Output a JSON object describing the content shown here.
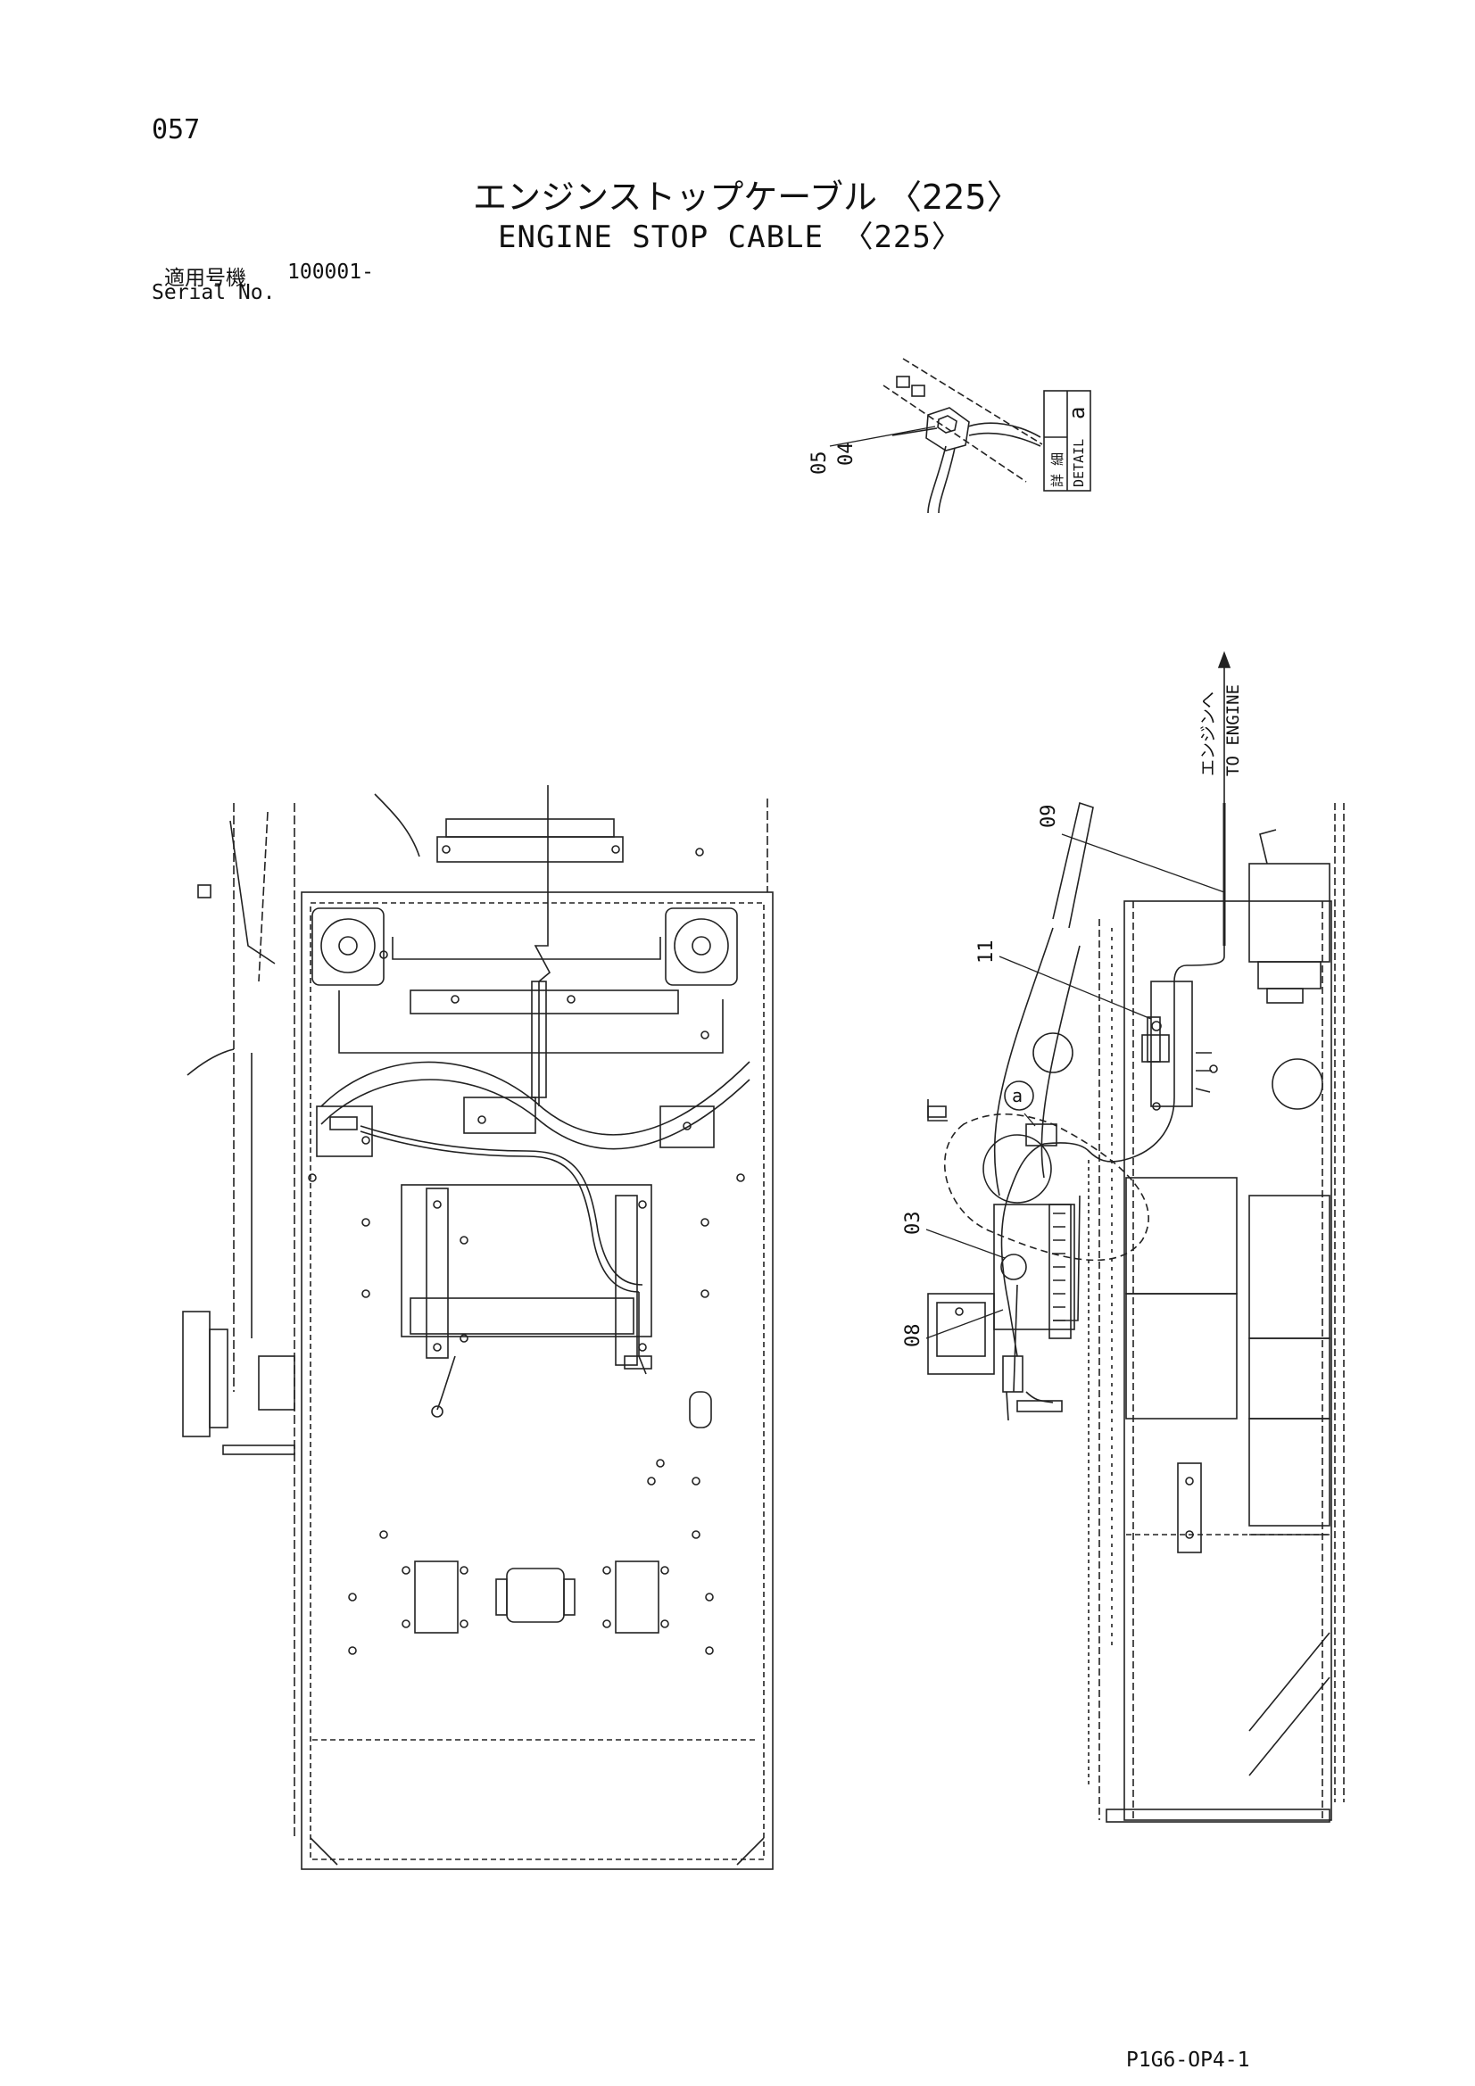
{
  "header": {
    "page_number": "057",
    "title_jp": "エンジンストップケーブル 〈225〉",
    "title_en": "ENGINE STOP CABLE 〈225〉",
    "serial_label_jp": "適用号機",
    "serial_value": "100001-",
    "serial_label_en": "Serial No."
  },
  "detail": {
    "label_jp": "詳 細",
    "label_en": "DETAIL",
    "letter": "a",
    "callouts": [
      "05",
      "04"
    ]
  },
  "engine_label": {
    "jp": "エンジンへ",
    "en": "TO ENGINE"
  },
  "callouts": {
    "c09": "09",
    "c11": "11",
    "c03": "03",
    "c08": "08",
    "ref_a": "a"
  },
  "footer": {
    "drawing_code": "P1G6-OP4-1"
  }
}
